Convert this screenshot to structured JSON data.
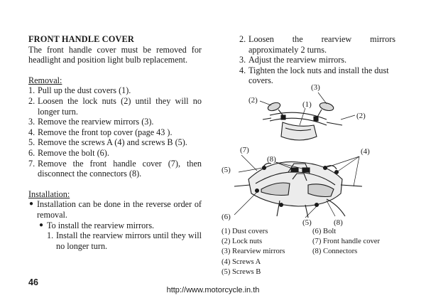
{
  "section": {
    "title": "FRONT HANDLE COVER",
    "intro": "The front handle cover must be removed for headlight and position light bulb replacement."
  },
  "removal": {
    "heading": "Removal:",
    "steps": [
      {
        "num": "1.",
        "text": "Pull up the dust covers (1)."
      },
      {
        "num": "2.",
        "text": "Loosen the lock nuts (2) until they will no longer turn."
      },
      {
        "num": "3.",
        "text": "Remove the rearview mirrors (3)."
      },
      {
        "num": "4.",
        "text": "Remove the front top cover (page 43 )."
      },
      {
        "num": "5.",
        "text": "Remove the screws A (4) and screws B (5)."
      },
      {
        "num": "6.",
        "text": "Remove the bolt (6)."
      },
      {
        "num": "7.",
        "text": "Remove the front handle cover (7), then disconnect the connectors (8)."
      }
    ]
  },
  "installation": {
    "heading": "Installation:",
    "bullet1": "Installation can be done in the reverse order of removal.",
    "bullet2": "To install the rearview mirrors.",
    "sub_step_num": "1.",
    "sub_step_text": "Install the rearview mirrors until they will no longer turn."
  },
  "right_steps": [
    {
      "num": "2.",
      "text": "Loosen the rearview mirrors approximately 2 turns."
    },
    {
      "num": "3.",
      "text": "Adjust the rearview mirrors."
    },
    {
      "num": "4.",
      "text": "Tighten the lock nuts and install the dust covers."
    }
  ],
  "diagram": {
    "callouts": {
      "c1": "(1)",
      "c2a": "(2)",
      "c2b": "(2)",
      "c3": "(3)",
      "c4": "(4)",
      "c5a": "(5)",
      "c5b": "(5)",
      "c6": "(6)",
      "c7": "(7)",
      "c8a": "(8)",
      "c8b": "(8)"
    }
  },
  "legend": {
    "left": [
      "(1) Dust covers",
      "(2) Lock nuts",
      "(3) Rearview mirrors",
      "(4) Screws A",
      "(5) Screws B"
    ],
    "right": [
      "(6) Bolt",
      "(7) Front handle cover",
      "(8) Connectors"
    ]
  },
  "page_number": "46",
  "footer_url": "http://www.motorcycle.in.th"
}
